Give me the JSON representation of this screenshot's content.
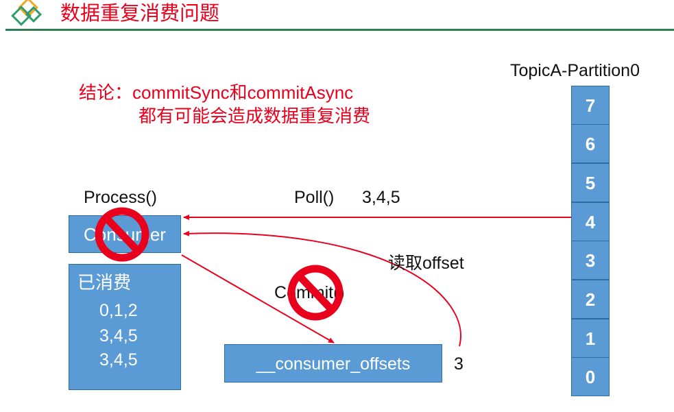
{
  "slide": {
    "title": "数据重复消费问题"
  },
  "conclusion": {
    "line1": "结论：commitSync和commitAsync",
    "line2": "都有可能会造成数据重复消费"
  },
  "topic": {
    "label": "TopicA-Partition0",
    "partitions": [
      "7",
      "6",
      "5",
      "4",
      "3",
      "2",
      "1",
      "0"
    ]
  },
  "consumer": {
    "process_label": "Process()",
    "box_label": "Consumer",
    "consumed_title": "已消费",
    "consumed_rows": [
      "0,1,2",
      "3,4,5",
      "3,4,5"
    ]
  },
  "poll": {
    "label": "Poll()",
    "values": "3,4,5"
  },
  "commit": {
    "label": "Commit()"
  },
  "read_offset": {
    "label": "读取offset"
  },
  "offsets_store": {
    "label": "__consumer_offsets",
    "value": "3"
  },
  "colors": {
    "accent_red": "#e8001c",
    "box_blue": "#5b9bd5",
    "rule_green": "#2e7d4f"
  }
}
